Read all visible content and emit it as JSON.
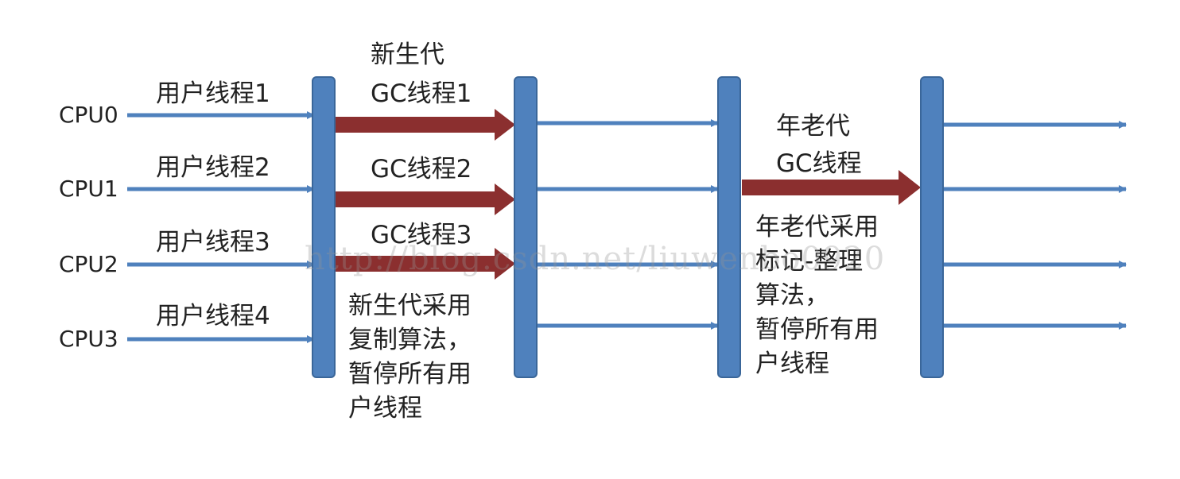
{
  "colors": {
    "bar_blue": "#4F81BD",
    "bar_border": "#3A6699",
    "gc_arrow_red": "#8B2F2F",
    "text": "#222222"
  },
  "cpus": [
    "CPU0",
    "CPU1",
    "CPU2",
    "CPU3"
  ],
  "user_threads": [
    "用户线程1",
    "用户线程2",
    "用户线程3",
    "用户线程4"
  ],
  "young_gen": {
    "title": "新生代",
    "threads": [
      "GC线程1",
      "GC线程2",
      "GC线程3"
    ],
    "note": "新生代采用\n复制算法，\n暂停所有用\n户线程"
  },
  "old_gen": {
    "title": "年老代",
    "thread": "GC线程",
    "note": "年老代采用\n标记-整理\n算法，\n暂停所有用\n户线程"
  },
  "watermark": "http://blog.csdn.net/liuwenbo0920"
}
